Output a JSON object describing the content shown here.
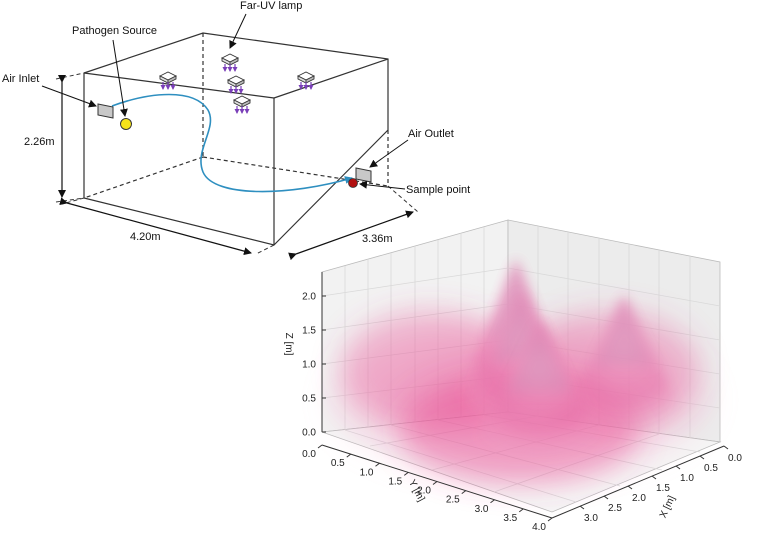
{
  "room_diagram": {
    "labels": {
      "lamp": "Far-UV lamp",
      "source": "Pathogen Source",
      "inlet": "Air Inlet",
      "outlet": "Air Outlet",
      "sample": "Sample point"
    },
    "dimensions": {
      "height": "2.26m",
      "length": "4.20m",
      "width": "3.36m"
    },
    "colors": {
      "airflow": "#2e8fc0",
      "lamp": "#7a3fb8",
      "source": "#f5e21a",
      "sample": "#b11010"
    }
  },
  "plot3d": {
    "z_label": "Z [m]",
    "y_label": "Y [m]",
    "x_label": "X [m]",
    "z_ticks": [
      "0.0",
      "0.5",
      "1.0",
      "1.5",
      "2.0"
    ],
    "y_ticks": [
      "0.0",
      "0.5",
      "1.0",
      "1.5",
      "2.0",
      "2.5",
      "3.0",
      "3.5",
      "4.0"
    ],
    "x_ticks": [
      "0.0",
      "0.5",
      "1.0",
      "1.5",
      "2.0",
      "2.5",
      "3.0"
    ],
    "colors": {
      "field": "#e8478f"
    }
  }
}
